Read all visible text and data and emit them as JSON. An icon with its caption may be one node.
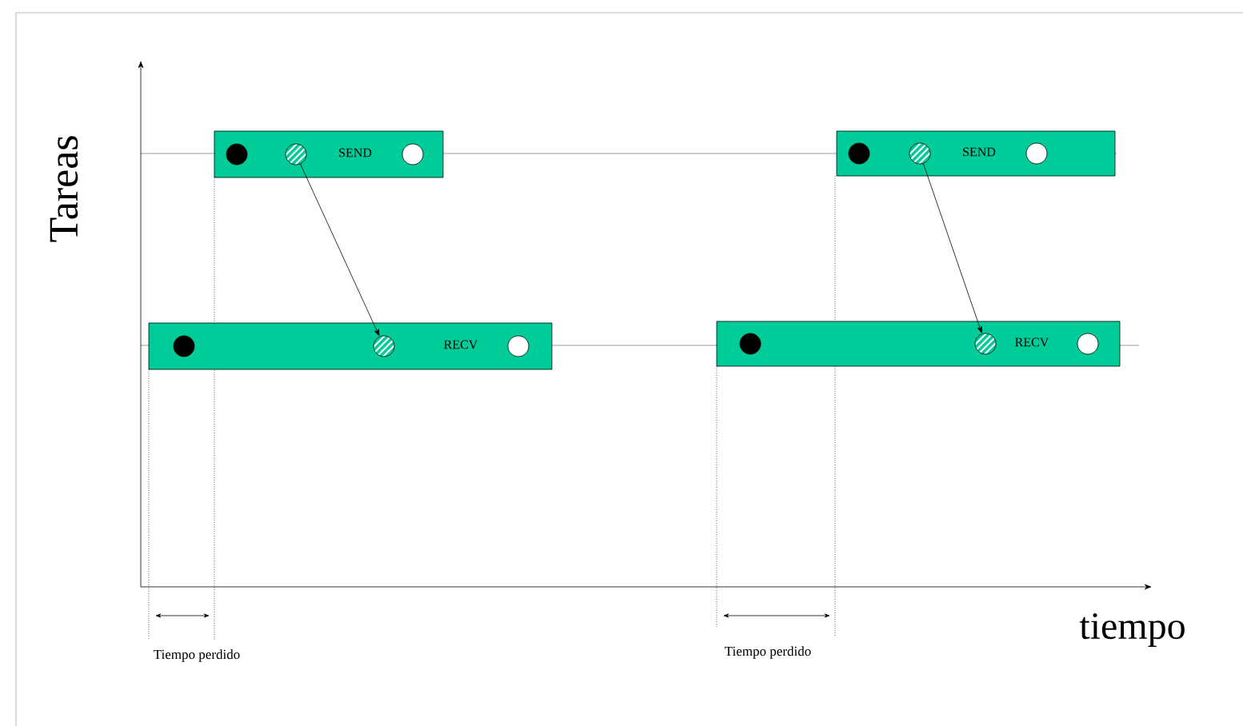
{
  "diagram": {
    "nodes": [
      {
        "text": [
          "SEND"
        ]
      },
      {
        "text": [],
        "shape": "circle",
        "in": 0
      },
      {
        "text": [],
        "shape": "circle",
        "in": 0
      },
      {
        "text": [],
        "shape": "circle",
        "in": 0
      },
      {
        "text": [
          "RECV"
        ]
      },
      {
        "text": [],
        "shape": "circle",
        "in": 4
      },
      {
        "text": [],
        "shape": "circle",
        "in": 4
      },
      {
        "text": [],
        "shape": "circle",
        "in": 4
      },
      {
        "text": [
          "SEND"
        ]
      },
      {
        "text": [],
        "shape": "circle",
        "in": 8
      },
      {
        "text": [],
        "shape": "circle",
        "in": 8
      },
      {
        "text": [],
        "shape": "circle",
        "in": 8
      },
      {
        "text": [
          "RECV"
        ]
      },
      {
        "text": [],
        "shape": "circle",
        "in": 12
      },
      {
        "text": [],
        "shape": "circle",
        "in": 12
      },
      {
        "text": [],
        "shape": "circle",
        "in": 12
      }
    ],
    "edges": [
      {
        "from": 2,
        "to": 6,
        "arrow": "to"
      },
      {
        "from": 10,
        "to": 14,
        "arrow": "to"
      }
    ],
    "labels": [
      "Tareas",
      "tiempo",
      "Tiempo perdido",
      "Tiempo perdido"
    ]
  }
}
